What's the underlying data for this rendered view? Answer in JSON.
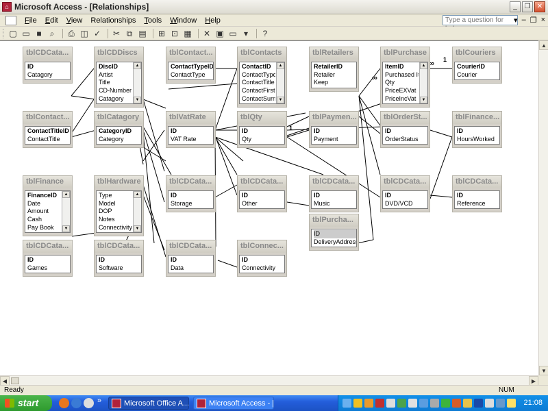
{
  "window": {
    "title": "Microsoft Access - [Relationships]"
  },
  "menu": {
    "items": [
      {
        "key": "F",
        "rest": "ile"
      },
      {
        "key": "E",
        "rest": "dit"
      },
      {
        "key": "V",
        "rest": "iew"
      },
      {
        "key": "",
        "rest": "Relationships"
      },
      {
        "key": "T",
        "rest": "ools"
      },
      {
        "key": "W",
        "rest": "indow"
      },
      {
        "key": "H",
        "rest": "elp"
      }
    ],
    "help_placeholder": "Type a question for help"
  },
  "tables": [
    {
      "title": "tblCDCata...",
      "fields": [
        "ID",
        "Catagory"
      ],
      "pk": [
        0
      ]
    },
    {
      "title": "tblCDDiscs",
      "fields": [
        "DiscID",
        "Artist",
        "Title",
        "CD-Number",
        "Catagory"
      ],
      "pk": [
        0
      ],
      "scroll": true
    },
    {
      "title": "tblContact...",
      "fields": [
        "ContactTypeID",
        "ContactType"
      ],
      "pk": [
        0
      ]
    },
    {
      "title": "tblContacts",
      "fields": [
        "ContactID",
        "ContactType",
        "ContactTitle",
        "ContactFirstN",
        "ContactSurna"
      ],
      "pk": [
        0
      ],
      "scroll": true
    },
    {
      "title": "tblRetailers",
      "fields": [
        "RetailerID",
        "Retailer",
        "Keep"
      ],
      "pk": [
        0
      ]
    },
    {
      "title": "tblPurchase",
      "fields": [
        "ItemID",
        "Purchased Ite",
        "Qty",
        "PriceEXVat",
        "PriceIncVat"
      ],
      "pk": [
        0
      ],
      "scroll": true
    },
    {
      "title": "tblCouriers",
      "fields": [
        "CourierID",
        "Courier"
      ],
      "pk": [
        0
      ]
    },
    {
      "title": "tblContact...",
      "fields": [
        "ContactTitleID",
        "ContactTitle"
      ],
      "pk": [
        0
      ]
    },
    {
      "title": "tblCatagory",
      "fields": [
        "CategoryID",
        "Category"
      ],
      "pk": [
        0
      ]
    },
    {
      "title": "tblVatRate",
      "fields": [
        "ID",
        "VAT Rate"
      ],
      "pk": [
        0
      ]
    },
    {
      "title": "tblQty",
      "fields": [
        "ID",
        "Qty"
      ],
      "pk": [
        0
      ]
    },
    {
      "title": "tblPaymen...",
      "fields": [
        "ID",
        "Payment"
      ],
      "pk": [
        0
      ]
    },
    {
      "title": "tblOrderSt...",
      "fields": [
        "ID",
        "OrderStatus"
      ],
      "pk": [
        0
      ]
    },
    {
      "title": "tblFinance...",
      "fields": [
        "ID",
        "HoursWorked"
      ],
      "pk": [
        0
      ]
    },
    {
      "title": "tblFinance",
      "fields": [
        "FinanceID",
        "Date",
        "Amount",
        "Cash",
        "Pay Book"
      ],
      "pk": [
        0
      ],
      "scroll": true
    },
    {
      "title": "tblHardware",
      "fields": [
        "Type",
        "Model",
        "DOP",
        "Notes",
        "Connectivity"
      ],
      "pk": [],
      "scroll": true
    },
    {
      "title": "tblCDCata...",
      "fields": [
        "ID",
        "Storage"
      ],
      "pk": [
        0
      ]
    },
    {
      "title": "tblCDCata...",
      "fields": [
        "ID",
        "Other"
      ],
      "pk": [
        0
      ]
    },
    {
      "title": "tblCDCata...",
      "fields": [
        "ID",
        "Music"
      ],
      "pk": [
        0
      ]
    },
    {
      "title": "tblCDCata...",
      "fields": [
        "ID",
        "DVD/VCD"
      ],
      "pk": [
        0
      ]
    },
    {
      "title": "tblCDCata...",
      "fields": [
        "ID",
        "Reference"
      ],
      "pk": [
        0
      ]
    },
    {
      "title": "tblPurcha...",
      "fields": [
        "ID",
        "DeliveryAddress"
      ],
      "pk": [],
      "selected": [
        0
      ]
    },
    {
      "title": "tblCDCata...",
      "fields": [
        "ID",
        "Games"
      ],
      "pk": [
        0
      ]
    },
    {
      "title": "tblCDCata...",
      "fields": [
        "ID",
        "Software"
      ],
      "pk": [
        0
      ]
    },
    {
      "title": "tblCDCata...",
      "fields": [
        "ID",
        "Data"
      ],
      "pk": [
        0
      ]
    },
    {
      "title": "tblConnec...",
      "fields": [
        "ID",
        "Connectivity"
      ],
      "pk": [
        0
      ]
    }
  ],
  "relationship_labels": {
    "one": "1",
    "many": "∞"
  },
  "status": {
    "left": "Ready",
    "num": "NUM"
  },
  "taskbar": {
    "start_label": "start",
    "tasks": [
      "Microsoft Office A...",
      "Microsoft Access - [R..."
    ],
    "clock": "21:08"
  }
}
